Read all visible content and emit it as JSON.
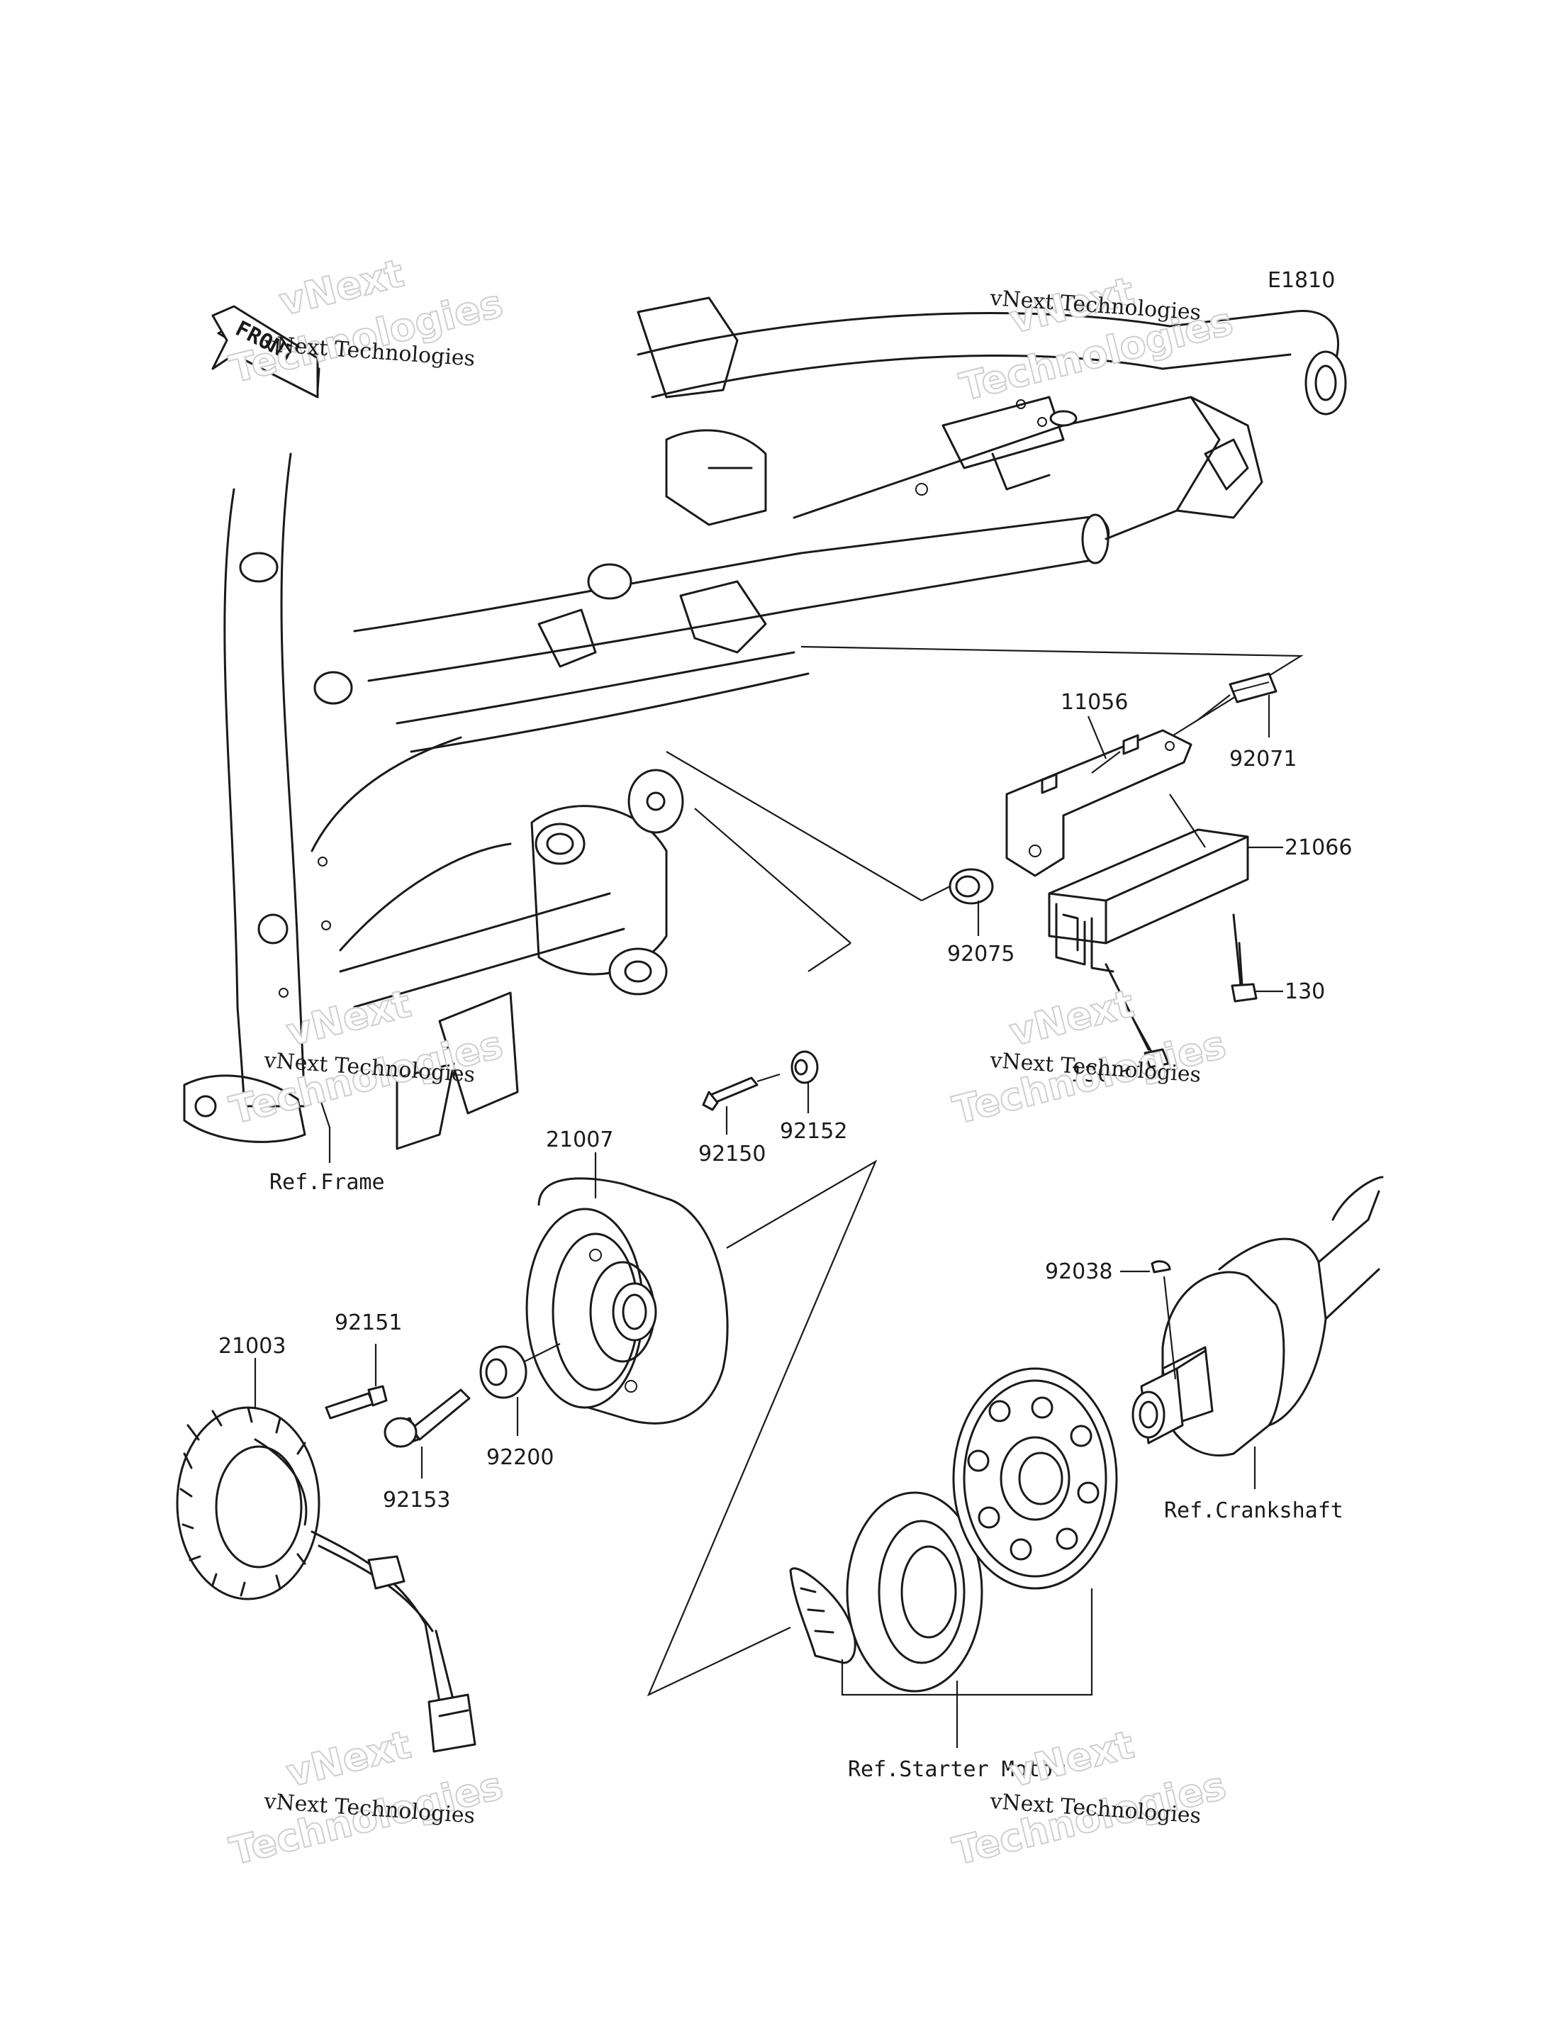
{
  "diagram_code": "E1810",
  "front_label": "FRONT",
  "watermark": {
    "line1": "vNext Technologies",
    "big_top": "vNext",
    "big_bottom": "Technologies"
  },
  "part_numbers": {
    "p11056": "11056",
    "p92071": "92071",
    "p21066": "21066",
    "p92075": "92075",
    "p130a": "130",
    "p130b": "130",
    "p92150": "92150",
    "p92152": "92152",
    "p21007": "21007",
    "p92038": "92038",
    "p92151": "92151",
    "p21003": "21003",
    "p92200": "92200",
    "p92153": "92153"
  },
  "references": {
    "frame": "Ref.Frame",
    "crankshaft": "Ref.Crankshaft",
    "starter_motor": "Ref.Starter Motor"
  }
}
